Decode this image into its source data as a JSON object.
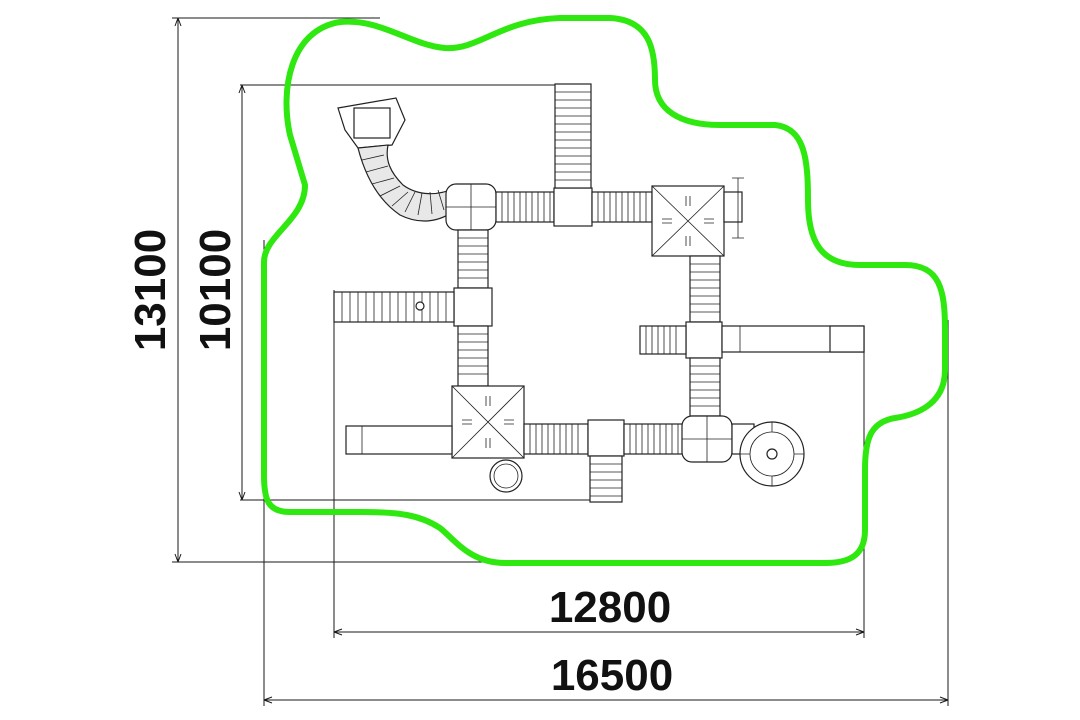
{
  "drawing": {
    "title": "",
    "safety_zone_color": "#2ee80f",
    "line_color": "#1a1a1a"
  },
  "dimensions": {
    "overall_width": "16500",
    "equipment_width": "12800",
    "overall_height": "13100",
    "equipment_height": "10100"
  }
}
